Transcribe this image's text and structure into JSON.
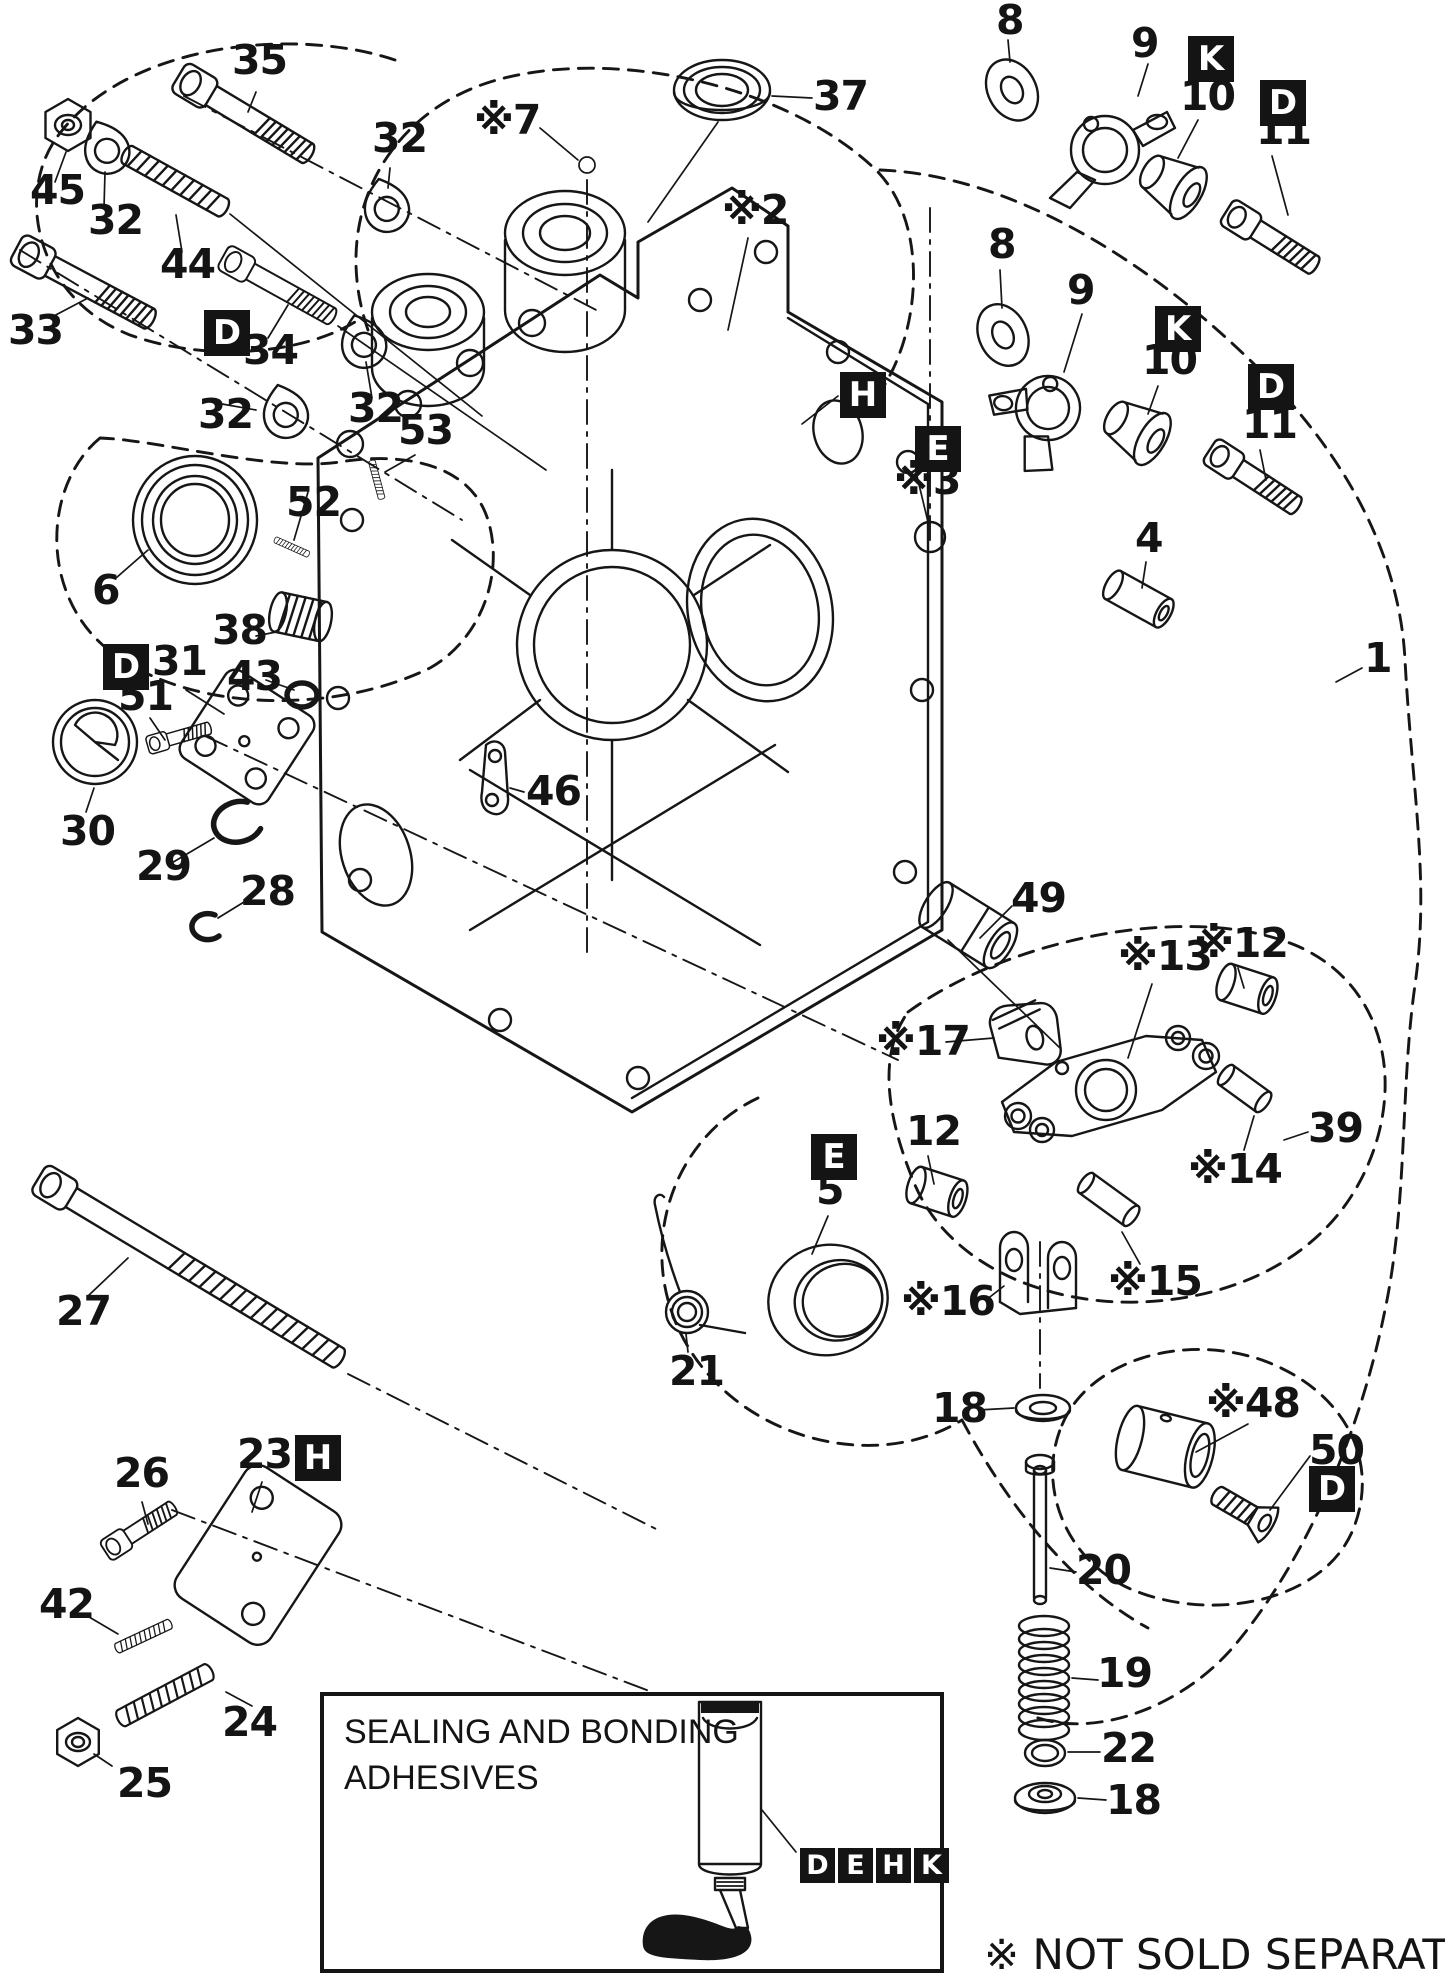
{
  "labels": [
    {
      "id": "part-35",
      "text": "35"
    },
    {
      "id": "part-45",
      "text": "45"
    },
    {
      "id": "part-32-a",
      "text": "32"
    },
    {
      "id": "part-32-b",
      "text": "32"
    },
    {
      "id": "part-44",
      "text": "44"
    },
    {
      "id": "part-33",
      "text": "33"
    },
    {
      "id": "badge-D-1",
      "text": "D"
    },
    {
      "id": "part-34",
      "text": "34"
    },
    {
      "id": "part-32-c",
      "text": "32"
    },
    {
      "id": "part-32-d",
      "text": "32"
    },
    {
      "id": "part-53",
      "text": "53"
    },
    {
      "id": "part-52",
      "text": "52"
    },
    {
      "id": "part-6",
      "text": "6"
    },
    {
      "id": "part-38",
      "text": "38"
    },
    {
      "id": "badge-D-2",
      "text": "D"
    },
    {
      "id": "part-31",
      "text": "31"
    },
    {
      "id": "part-51",
      "text": "51"
    },
    {
      "id": "part-43",
      "text": "43"
    },
    {
      "id": "part-30",
      "text": "30"
    },
    {
      "id": "part-29",
      "text": "29"
    },
    {
      "id": "part-28",
      "text": "28"
    },
    {
      "id": "ref-7",
      "text": "※7"
    },
    {
      "id": "part-37",
      "text": "37"
    },
    {
      "id": "ref-2",
      "text": "※2"
    },
    {
      "id": "badge-H-1",
      "text": "H"
    },
    {
      "id": "badge-E-1",
      "text": "E"
    },
    {
      "id": "ref-3",
      "text": "※3"
    },
    {
      "id": "part-8-a",
      "text": "8"
    },
    {
      "id": "part-9-a",
      "text": "9"
    },
    {
      "id": "badge-K-1",
      "text": "K"
    },
    {
      "id": "part-10-a",
      "text": "10"
    },
    {
      "id": "badge-D-3",
      "text": "D"
    },
    {
      "id": "part-11-a",
      "text": "11"
    },
    {
      "id": "part-8-b",
      "text": "8"
    },
    {
      "id": "part-9-b",
      "text": "9"
    },
    {
      "id": "badge-K-2",
      "text": "K"
    },
    {
      "id": "part-10-b",
      "text": "10"
    },
    {
      "id": "badge-D-4",
      "text": "D"
    },
    {
      "id": "part-11-b",
      "text": "11"
    },
    {
      "id": "part-4",
      "text": "4"
    },
    {
      "id": "part-1",
      "text": "1"
    },
    {
      "id": "part-49",
      "text": "49"
    },
    {
      "id": "ref-13",
      "text": "※13"
    },
    {
      "id": "ref-12",
      "text": "※12"
    },
    {
      "id": "ref-17",
      "text": "※17"
    },
    {
      "id": "part-12",
      "text": "12"
    },
    {
      "id": "ref-14",
      "text": "※14"
    },
    {
      "id": "part-39",
      "text": "39"
    },
    {
      "id": "badge-E-2",
      "text": "E"
    },
    {
      "id": "part-5",
      "text": "5"
    },
    {
      "id": "part-21",
      "text": "21"
    },
    {
      "id": "ref-16",
      "text": "※16"
    },
    {
      "id": "ref-15",
      "text": "※15"
    },
    {
      "id": "part-18-a",
      "text": "18"
    },
    {
      "id": "ref-48",
      "text": "※48"
    },
    {
      "id": "part-50",
      "text": "50"
    },
    {
      "id": "badge-D-5",
      "text": "D"
    },
    {
      "id": "part-20",
      "text": "20"
    },
    {
      "id": "part-19",
      "text": "19"
    },
    {
      "id": "part-22",
      "text": "22"
    },
    {
      "id": "part-18-b",
      "text": "18"
    },
    {
      "id": "part-27",
      "text": "27"
    },
    {
      "id": "part-26",
      "text": "26"
    },
    {
      "id": "part-23",
      "text": "23"
    },
    {
      "id": "badge-H-2",
      "text": "H"
    },
    {
      "id": "part-42",
      "text": "42"
    },
    {
      "id": "part-24",
      "text": "24"
    },
    {
      "id": "part-25",
      "text": "25"
    },
    {
      "id": "part-46",
      "text": "46"
    }
  ],
  "sealing_box": {
    "line1": "SEALING AND BONDING",
    "line2": "ADHESIVES",
    "adhesive_codes": [
      "D",
      "E",
      "H",
      "K"
    ]
  },
  "footer": {
    "note": "※ NOT SOLD SEPARATELY"
  }
}
